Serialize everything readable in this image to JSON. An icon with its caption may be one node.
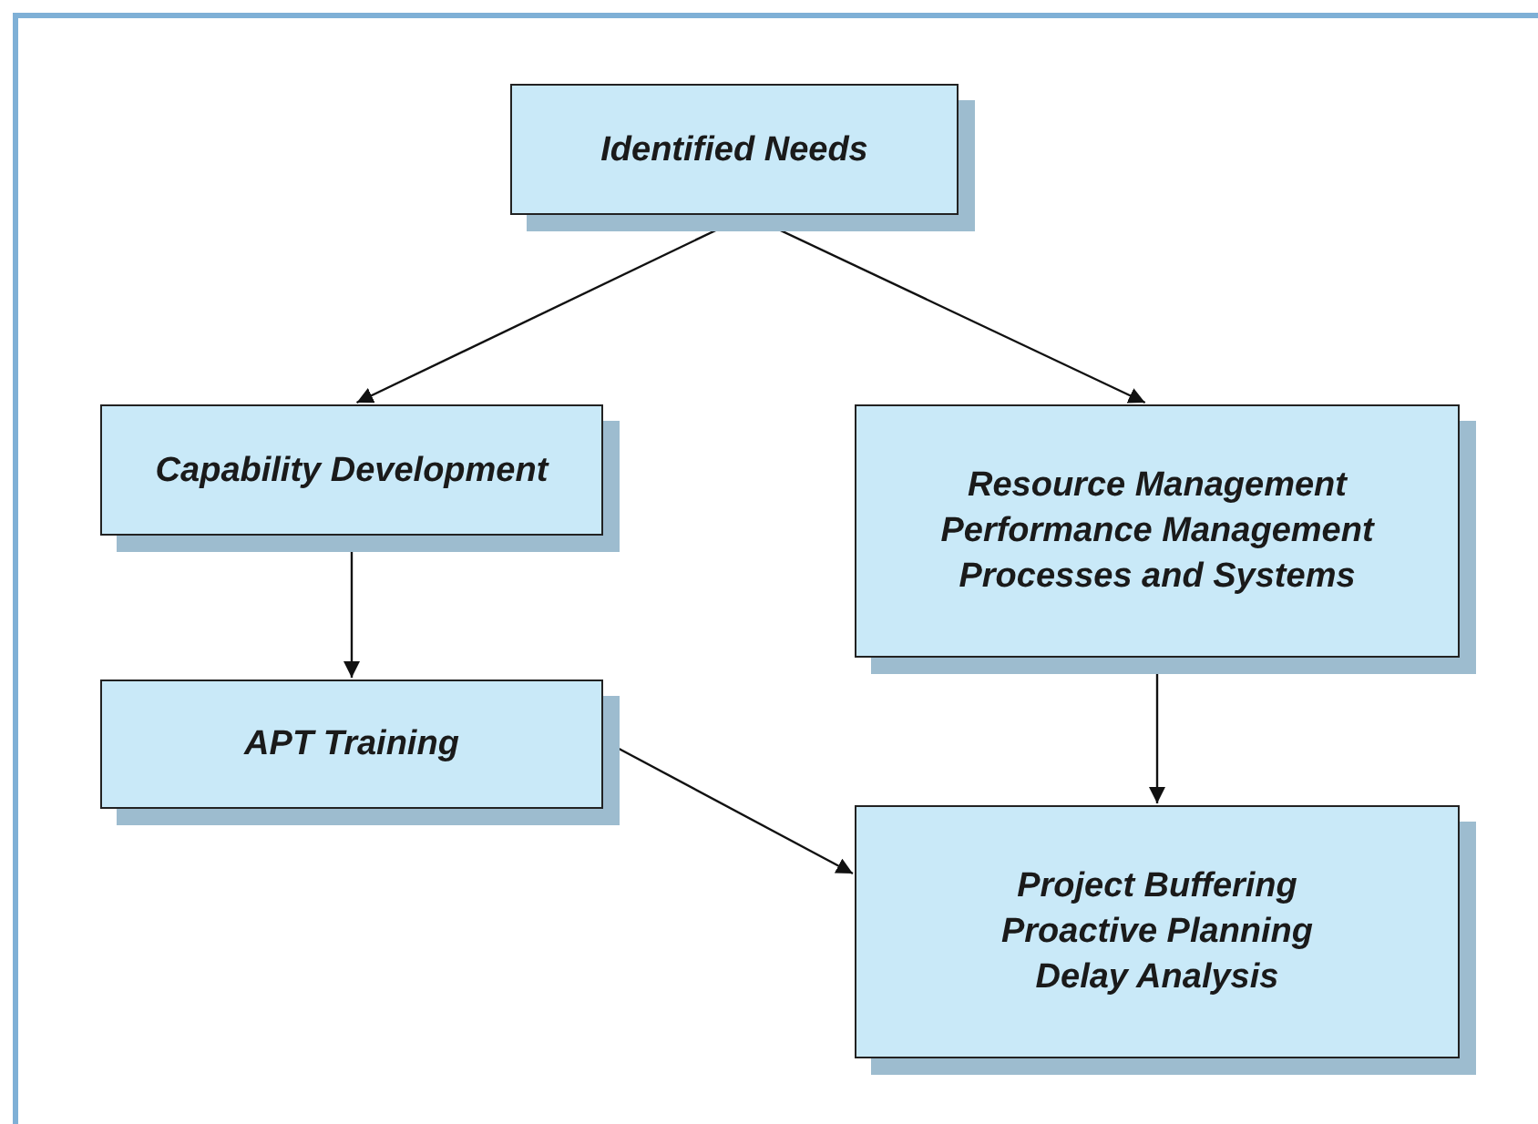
{
  "diagram": {
    "nodes": [
      {
        "text": [
          "Identified Needs"
        ]
      },
      {
        "text": [
          "Capability Development"
        ]
      },
      {
        "text": [
          "Resource Management",
          "Performance Management",
          "Processes and Systems"
        ]
      },
      {
        "text": [
          "APT Training"
        ]
      },
      {
        "text": [
          "Project Buffering",
          "Proactive Planning",
          "Delay Analysis"
        ]
      }
    ],
    "edges": [
      {
        "from": 0,
        "to": 1,
        "arrow": "to"
      },
      {
        "from": 0,
        "to": 2,
        "arrow": "to"
      },
      {
        "from": 1,
        "to": 3,
        "arrow": "to"
      },
      {
        "from": 2,
        "to": 4,
        "arrow": "to"
      },
      {
        "from": 3,
        "to": 4,
        "arrow": "to"
      }
    ]
  }
}
